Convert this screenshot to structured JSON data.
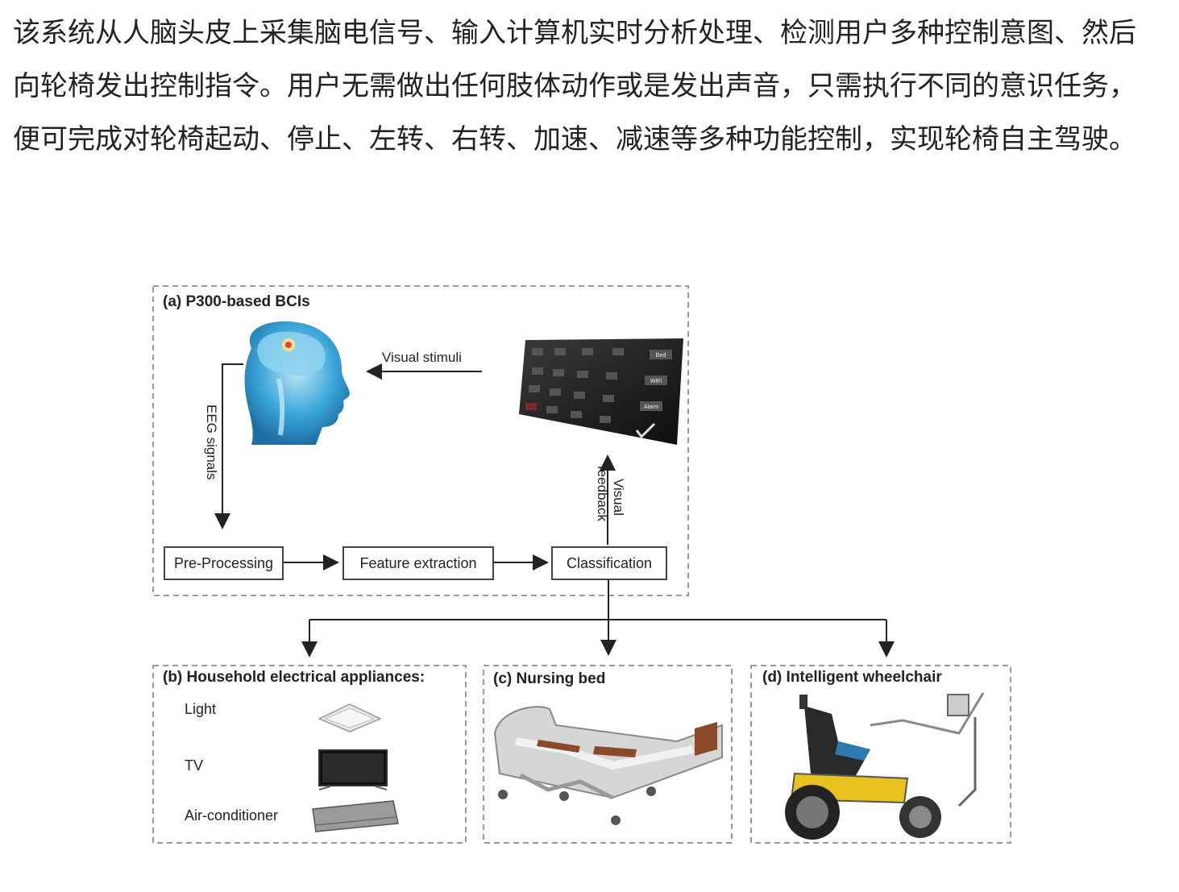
{
  "article": {
    "paragraph": "该系统从人脑头皮上采集脑电信号、输入计算机实时分析处理、检测用户多种控制意图、然后向轮椅发出控制指令。用户无需做出任何肢体动作或是发出声音，只需执行不同的意识任务，便可完成对轮椅起动、停止、左转、右转、加速、减速等多种功能控制，实现轮椅自主驾驶。"
  },
  "figure": {
    "panel_a": {
      "title": "(a) P300-based BCIs",
      "visual_stimuli": "Visual stimuli",
      "eeg_signals": "EEG signals",
      "visual_feedback_line1": "Visual",
      "visual_feedback_line2": "feedback",
      "steps": [
        "Pre-Processing",
        "Feature extraction",
        "Classification"
      ],
      "screen_buttons": [
        "Bed",
        "WiFi",
        "Alarm"
      ]
    },
    "panel_b": {
      "title": "(b) Household electrical appliances:",
      "items": [
        "Light",
        "TV",
        "Air-conditioner"
      ]
    },
    "panel_c": {
      "title": "(c) Nursing bed"
    },
    "panel_d": {
      "title": "(d) Intelligent wheelchair"
    },
    "colors": {
      "brain_blue": "#3aa6d8",
      "bed_brown": "#8a4a2a",
      "wheelchair_yellow": "#e8c020",
      "line": "#333333",
      "dash": "#9a9a9a"
    }
  }
}
